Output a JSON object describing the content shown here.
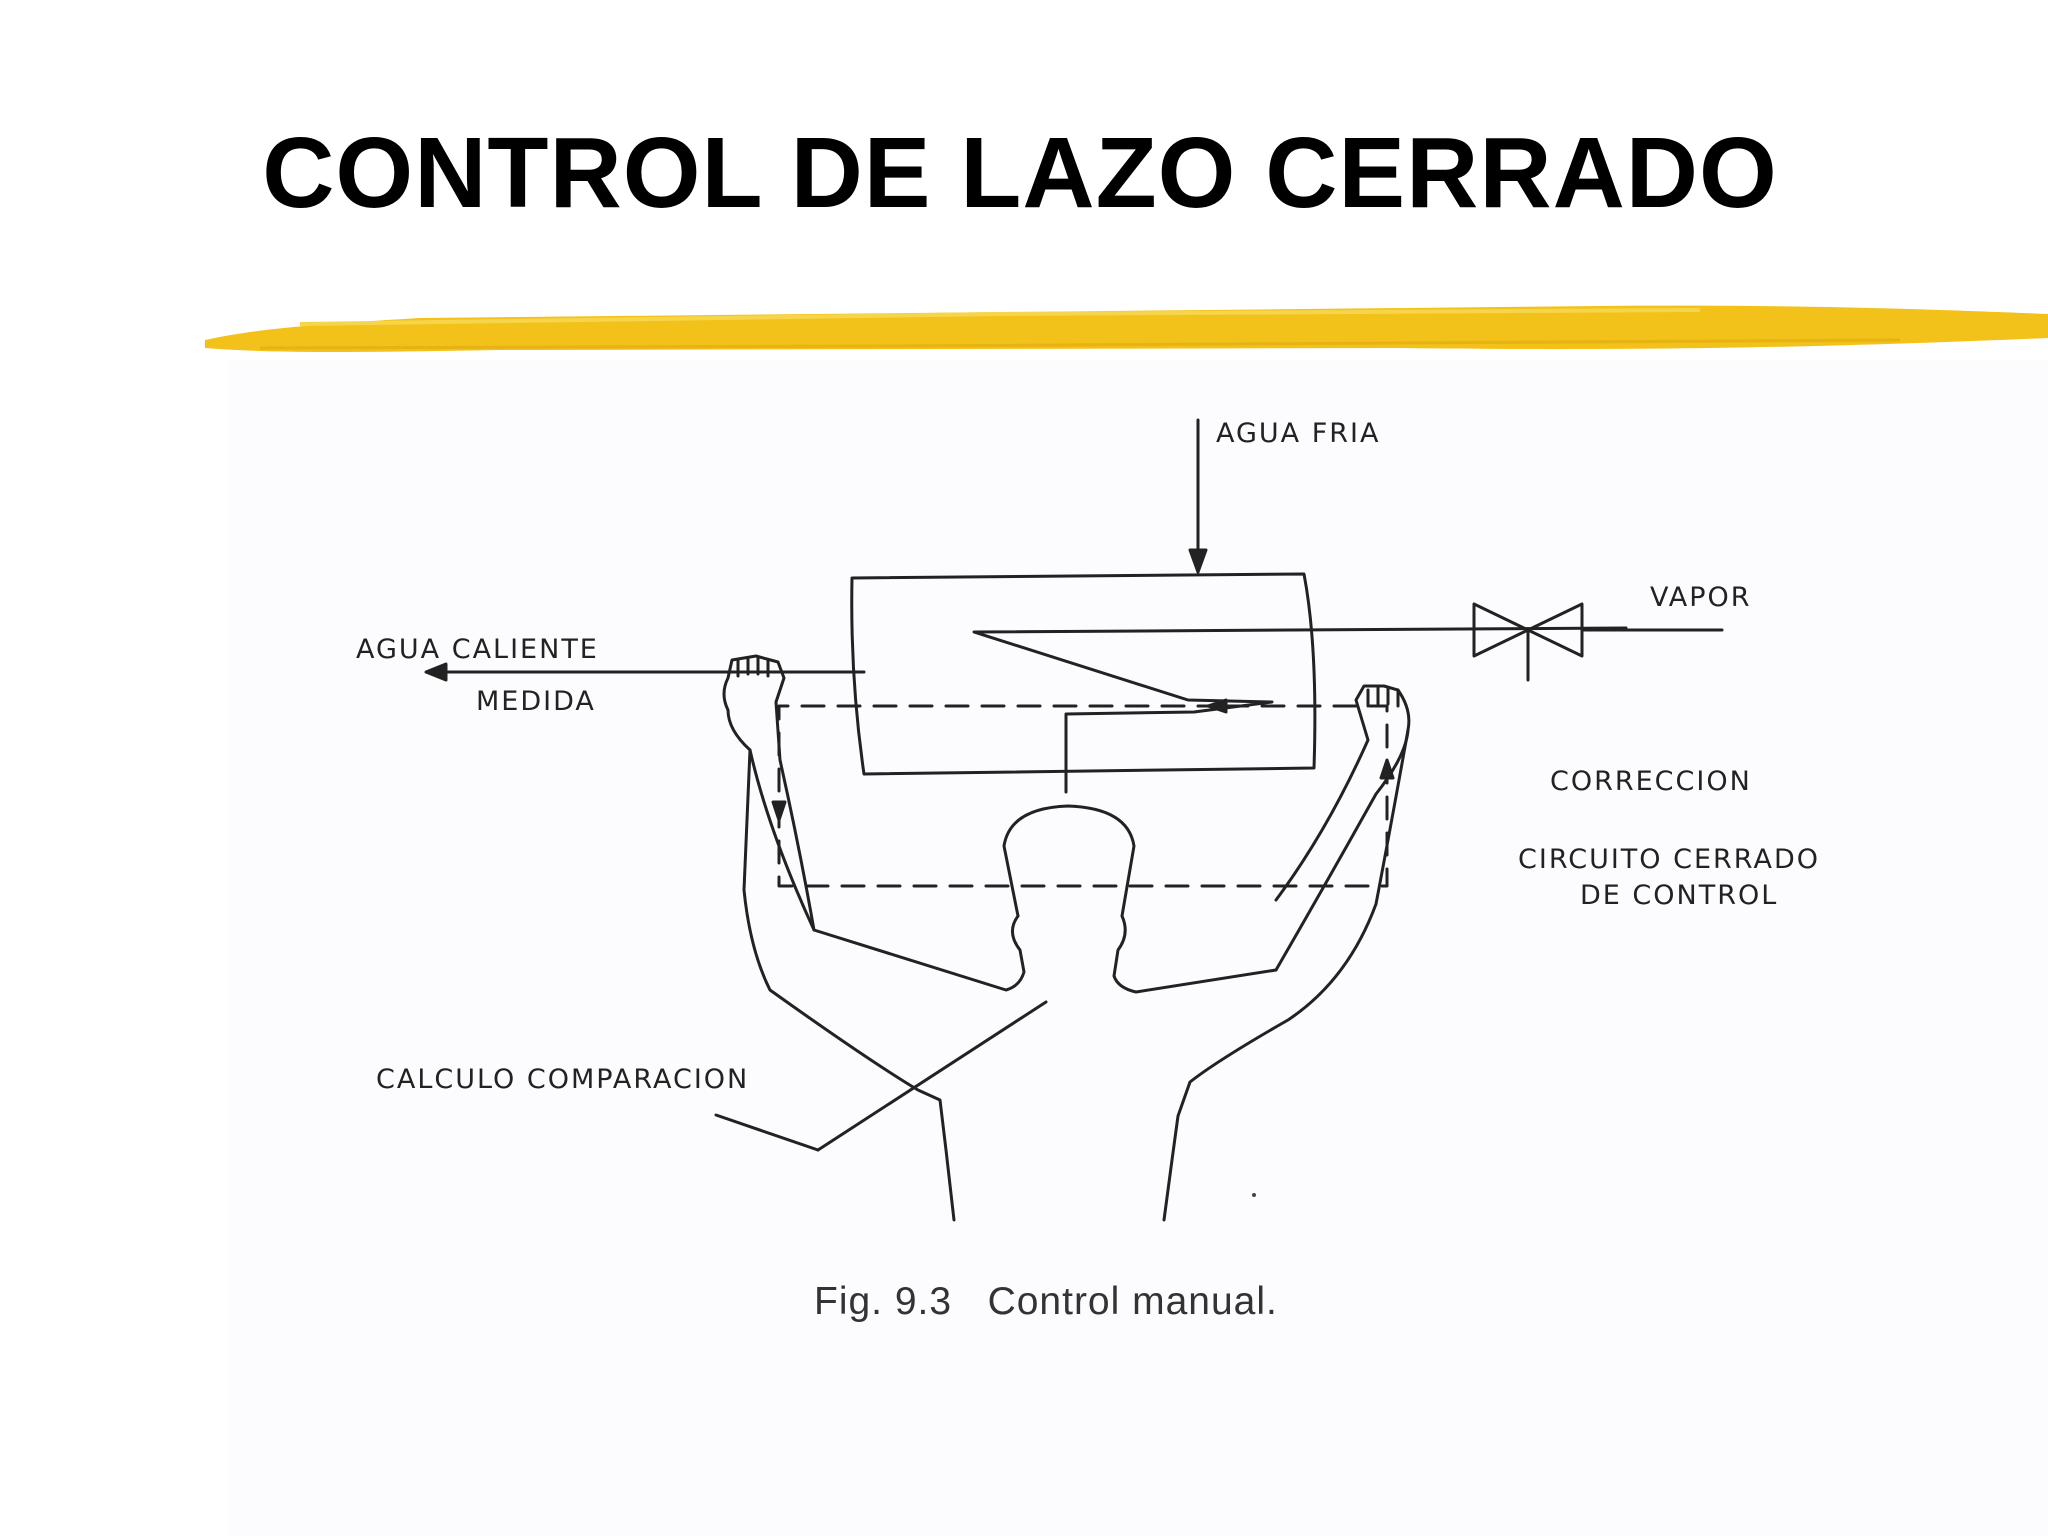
{
  "slide": {
    "title": "CONTROL DE LAZO CERRADO"
  },
  "diagram": {
    "labels": {
      "agua_fria": "AGUA FRIA",
      "vapor": "VAPOR",
      "agua_caliente": "AGUA CALIENTE",
      "medida": "MEDIDA",
      "correccion": "CORRECCION",
      "circuito_line1": "CIRCUITO CERRADO",
      "circuito_line2": "DE CONTROL",
      "calculo": "CALCULO COMPARACION"
    },
    "caption": "Fig. 9.3   Control manual."
  },
  "colors": {
    "accent_bar": "#f2c21b",
    "title": "#000000",
    "line": "#222222"
  }
}
